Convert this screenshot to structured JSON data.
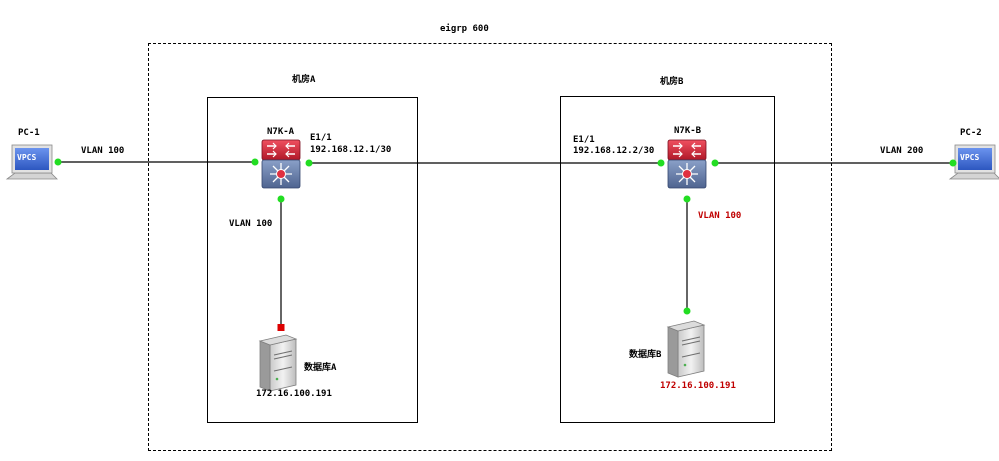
{
  "domain_label": "eigrp 600",
  "rooms": {
    "a": "机房A",
    "b": "机房B"
  },
  "devices": {
    "pc1": {
      "name": "PC-1",
      "screen_text": "VPCS"
    },
    "pc2": {
      "name": "PC-2",
      "screen_text": "VPCS"
    },
    "n7ka": {
      "name": "N7K-A"
    },
    "n7kb": {
      "name": "N7K-B"
    },
    "db_a": {
      "name": "数据库A",
      "ip": "172.16.100.191"
    },
    "db_b": {
      "name": "数据库B",
      "ip": "172.16.100.191"
    }
  },
  "links": {
    "pc1_n7ka": {
      "label": "VLAN 100"
    },
    "n7ka_dba": {
      "label": "VLAN 100"
    },
    "n7kb_dbb": {
      "label": "VLAN 100"
    },
    "n7kb_pc2": {
      "label": "VLAN 200"
    },
    "n7ka_n7kb": {
      "a_if": "E1/1",
      "a_ip": "192.168.12.1/30",
      "b_if": "E1/1",
      "b_ip": "192.168.12.2/30"
    }
  },
  "colors": {
    "port_up": "#22dd22",
    "port_down": "#dd0000",
    "highlight_text": "#c00000",
    "switch_body": "#dd3344",
    "switch_base": "#6b7fa8",
    "vpcs_screen": "#3f6fd8"
  },
  "icons": {
    "pc": "vpcs-pc-icon",
    "switch": "nexus-switch-icon",
    "server": "server-icon"
  }
}
